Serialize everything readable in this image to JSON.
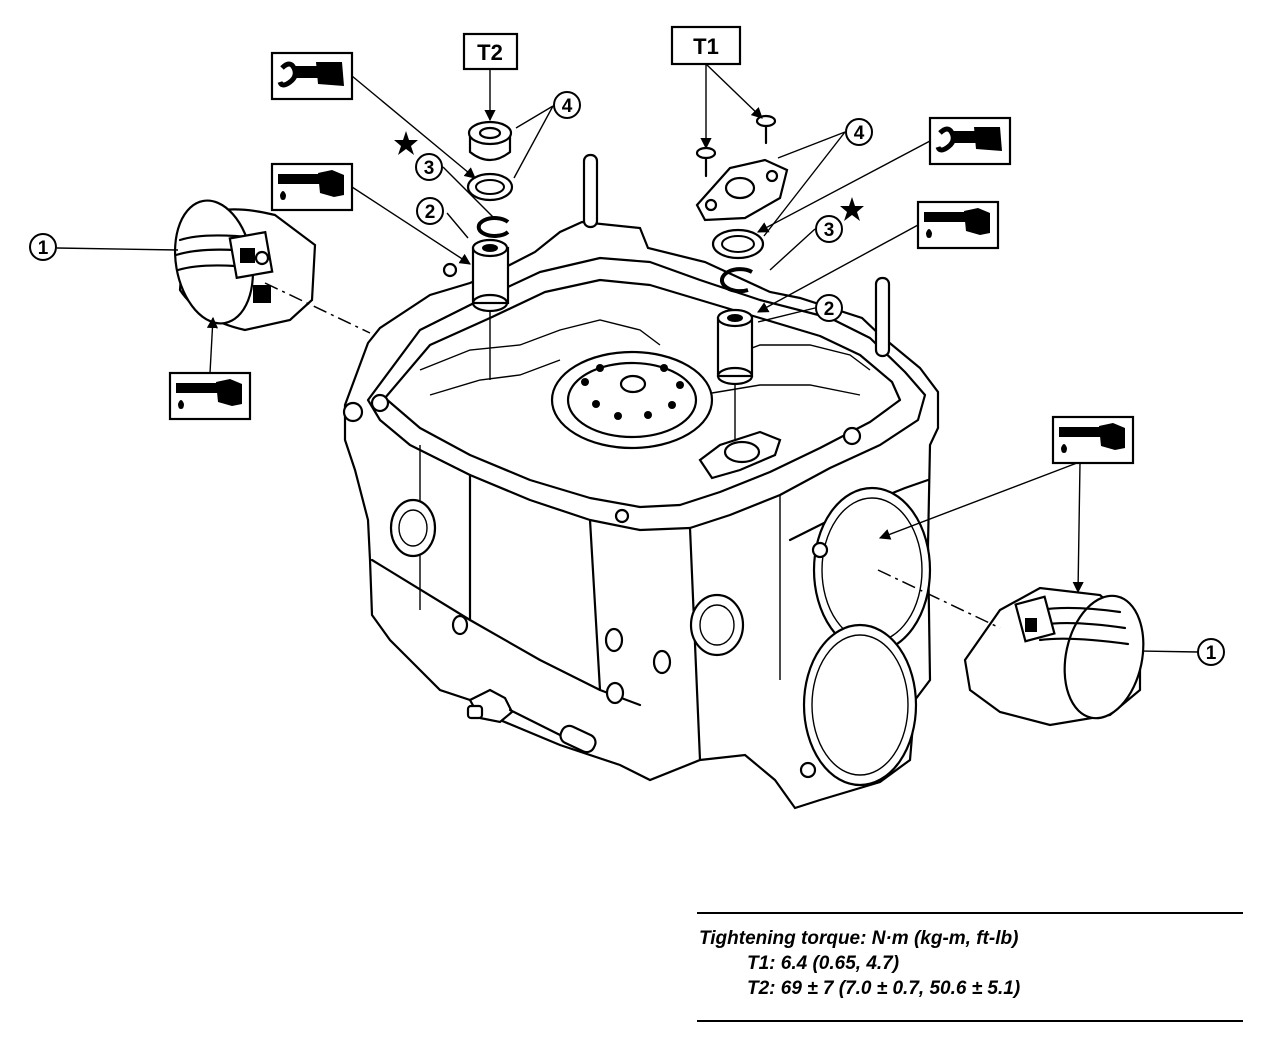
{
  "callouts": {
    "one": "1",
    "two": "2",
    "three": "3",
    "four": "4"
  },
  "tool_labels": {
    "t1": "T1",
    "t2": "T2"
  },
  "icons": [
    "oil-can-icon",
    "liquid-gasket-icon",
    "star-icon"
  ],
  "torque_table": {
    "title": "Tightening torque: N·m (kg-m, ft-lb)",
    "t1": "T1: 6.4 (0.65, 4.7)",
    "t2": "T2: 69 ± 7 (7.0 ± 0.7, 50.6 ± 5.1)"
  }
}
